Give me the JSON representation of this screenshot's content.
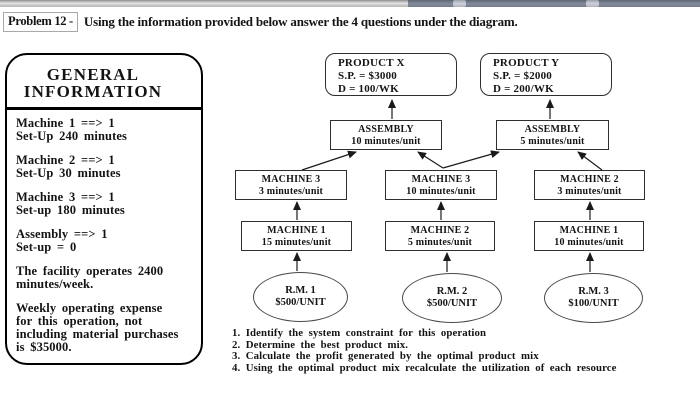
{
  "window": {
    "title_label": "Problem 12 -",
    "title_text": "Using the information provided below answer the 4 questions under the diagram."
  },
  "general_info": {
    "heading_line1": "GENERAL",
    "heading_line2": "INFORMATION",
    "groups": [
      {
        "lines": [
          "Machine 1 ==> 1",
          "Set-Up 240 minutes"
        ]
      },
      {
        "lines": [
          "Machine 2 ==> 1",
          "Set-Up 30 minutes"
        ]
      },
      {
        "lines": [
          "Machine 3 ==> 1",
          "Set-up 180 minutes"
        ]
      },
      {
        "lines": [
          "Assembly ==> 1",
          "Set-up = 0"
        ]
      },
      {
        "lines": [
          "The facility operates 2400",
          "minutes/week."
        ]
      },
      {
        "lines": [
          "Weekly operating expense",
          "for this operation, not",
          "including material purchases",
          "is $35000."
        ]
      }
    ]
  },
  "diagram": {
    "products": [
      {
        "name": "PRODUCT X",
        "selling_price": "S.P. = $3000",
        "demand": "D = 100/WK"
      },
      {
        "name": "PRODUCT Y",
        "selling_price": "S.P. = $2000",
        "demand": "D = 200/WK"
      }
    ],
    "assemblies": [
      {
        "name": "ASSEMBLY",
        "time": "10 minutes/unit"
      },
      {
        "name": "ASSEMBLY",
        "time": "5 minutes/unit"
      }
    ],
    "machines_upper": [
      {
        "name": "MACHINE 3",
        "time": "3 minutes/unit"
      },
      {
        "name": "MACHINE 3",
        "time": "10 minutes/unit"
      },
      {
        "name": "MACHINE 2",
        "time": "3 minutes/unit"
      }
    ],
    "machines_lower": [
      {
        "name": "MACHINE 1",
        "time": "15 minutes/unit"
      },
      {
        "name": "MACHINE 2",
        "time": "5 minutes/unit"
      },
      {
        "name": "MACHINE 1",
        "time": "10 minutes/unit"
      }
    ],
    "raw_materials": [
      {
        "name": "R.M. 1",
        "cost": "$500/UNIT"
      },
      {
        "name": "R.M. 2",
        "cost": "$500/UNIT"
      },
      {
        "name": "R.M. 3",
        "cost": "$100/UNIT"
      }
    ]
  },
  "questions": [
    "1. Identify the system constraint for this operation",
    "2. Determine the best product mix.",
    "3. Calculate the profit generated by the optimal product mix",
    "4. Using the optimal product mix recalculate the utilization of each resource"
  ],
  "colors": {
    "ink": "#141414",
    "box_border": "#2e2e2e",
    "topbar_left": "#c9c9c9",
    "topbar_right": "#7b8292"
  }
}
